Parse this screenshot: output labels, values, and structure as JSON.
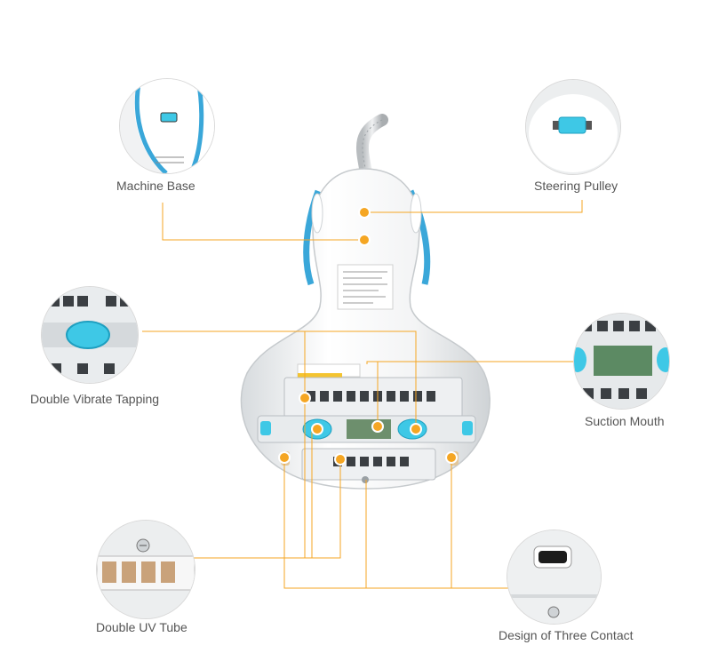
{
  "callouts": {
    "machine_base": "Machine Base",
    "steering_pulley": "Steering Pulley",
    "double_vibrate_tapping": "Double Vibrate Tapping",
    "suction_mouth": "Suction Mouth",
    "double_uv_tube": "Double UV Tube",
    "design_three_contact": "Design of Three Contact"
  },
  "colors": {
    "accent": "#f5a623",
    "body": "#e9ecef",
    "blue": "#3aa7d9",
    "cyan": "#3ec8e6"
  },
  "icons": {
    "callout_marker": "orange-dot"
  }
}
